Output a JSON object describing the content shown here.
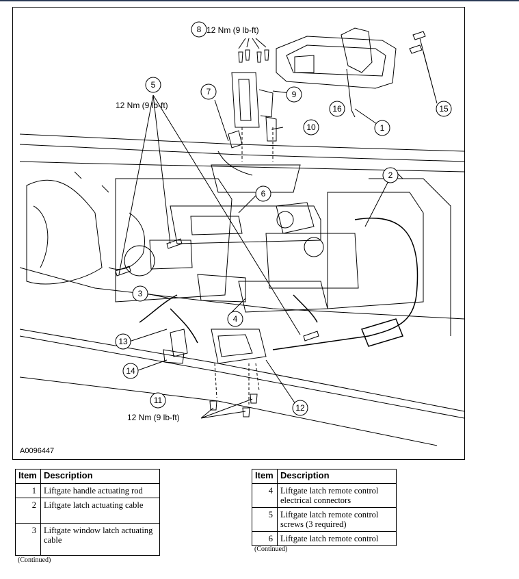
{
  "figure": {
    "id": "A0096447",
    "callouts": [
      "1",
      "2",
      "3",
      "4",
      "5",
      "6",
      "7",
      "8",
      "9",
      "10",
      "11",
      "12",
      "13",
      "14",
      "15",
      "16"
    ],
    "torque_labels": [
      "12 Nm (9 lb-ft)",
      "12 Nm (9 lb-ft)",
      "12 Nm (9 lb-ft)"
    ]
  },
  "table_left": {
    "headers": [
      "Item",
      "Description"
    ],
    "rows": [
      {
        "item": "1",
        "description": "Liftgate handle actuating rod"
      },
      {
        "item": "2",
        "description": "Liftgate latch actuating cable"
      },
      {
        "item": "3",
        "description": "Liftgate window latch actuating cable"
      }
    ],
    "continued": "(Continued)"
  },
  "table_right": {
    "headers": [
      "Item",
      "Description"
    ],
    "rows": [
      {
        "item": "4",
        "description": "Liftgate latch remote control electrical connectors"
      },
      {
        "item": "5",
        "description": "Liftgate latch remote control screws (3 required)"
      },
      {
        "item": "6",
        "description": "Liftgate latch remote control"
      }
    ],
    "continued": "(Continued)"
  }
}
